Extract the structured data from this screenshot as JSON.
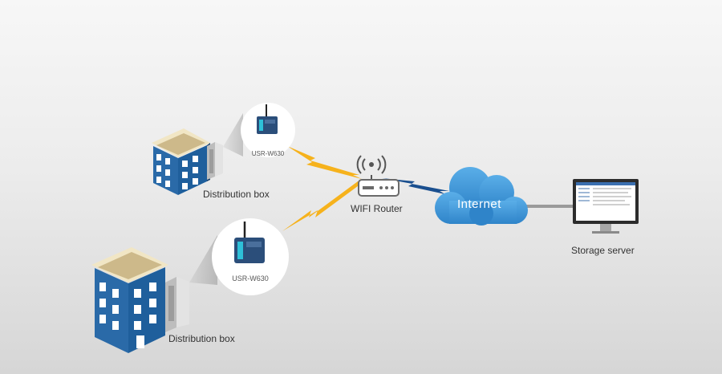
{
  "nodes": {
    "device_top": {
      "label": "USR-W630"
    },
    "device_bottom": {
      "label": "USR-W630"
    },
    "dist_top": {
      "label": "Distribution box"
    },
    "dist_bottom": {
      "label": "Distribution box"
    },
    "router": {
      "label": "WIFI Router"
    },
    "internet": {
      "label": "Internet"
    },
    "server": {
      "label": "Storage server"
    }
  },
  "colors": {
    "building_blue": "#1f5f9c",
    "building_roof": "#f1e6c5",
    "cloud_blue": "#3d95d8",
    "wireless_yellow": "#f6b21c",
    "wireless_blue": "#1a4f8f",
    "router_body": "#ffffff",
    "cable_gray": "#9a9a9a"
  }
}
